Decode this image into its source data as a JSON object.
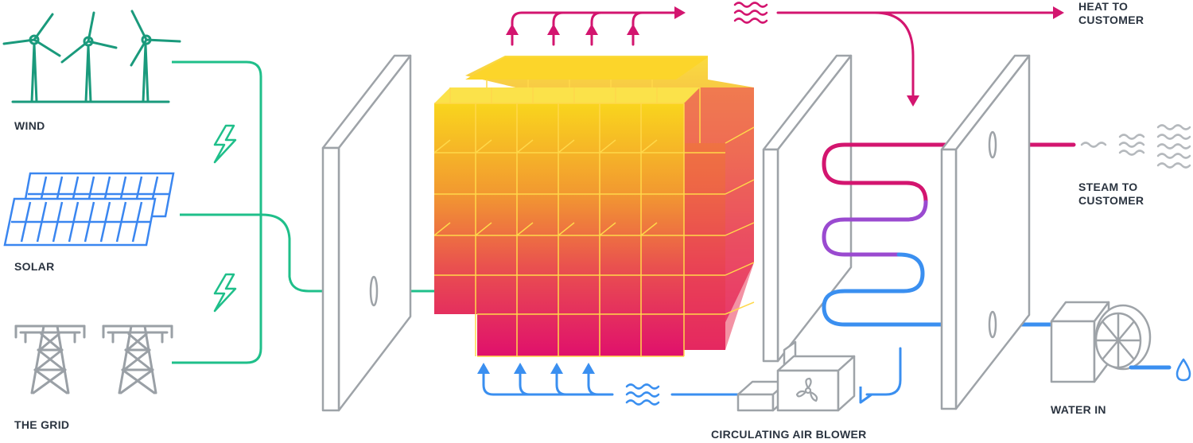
{
  "sources": {
    "wind": "WIND",
    "solar": "SOLAR",
    "grid": "THE GRID"
  },
  "outputs": {
    "heat_line1": "HEAT TO",
    "heat_line2": "CUSTOMER",
    "steam_line1": "STEAM TO",
    "steam_line2": "CUSTOMER",
    "water_in": "WATER IN",
    "blower": "CIRCULATING AIR BLOWER"
  },
  "colors": {
    "power_line": "#1fbf8a",
    "wind_turbine": "#1a9a7c",
    "solar_panel": "#3a86f0",
    "grid_tower": "#9aa0a6",
    "heat_flow": "#d3156f",
    "cool_air": "#3a8ff0",
    "steam_coil_purple": "#9a4ad0",
    "block_top": "#f7d21e",
    "block_mid": "#ef7a3a",
    "block_bottom": "#e2156e",
    "wall": "#9ea3a8"
  },
  "icons": [
    "wind-turbine-icon",
    "solar-panel-icon",
    "transmission-tower-icon",
    "lightning-bolt-icon",
    "heat-wave-icon",
    "fan-icon",
    "water-drop-icon",
    "pump-icon"
  ]
}
